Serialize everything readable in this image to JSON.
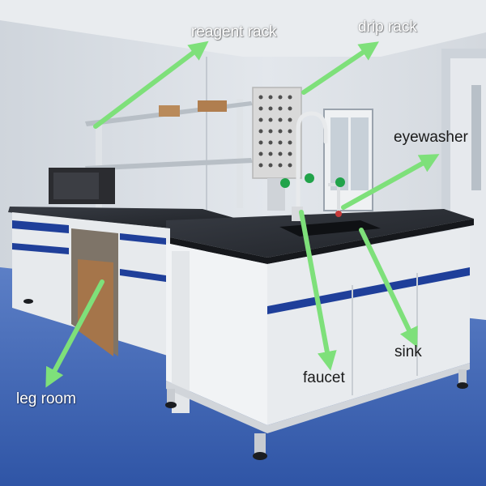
{
  "annotations": {
    "reagent_rack": "reagent rack",
    "drip_rack": "drip rack",
    "eyewasher": "eyewasher",
    "leg_room": "leg room",
    "faucet": "faucet",
    "sink": "sink"
  },
  "colors": {
    "arrow": "#7ee07a",
    "floor": "#3e66b8",
    "wall": "#d9dee4",
    "countertop": "#2a2d33",
    "cabinet": "#eceff2",
    "cabinet_stripe": "#1f3f9a",
    "label_light": "#ffffff",
    "label_dark": "#1a1a1a"
  }
}
